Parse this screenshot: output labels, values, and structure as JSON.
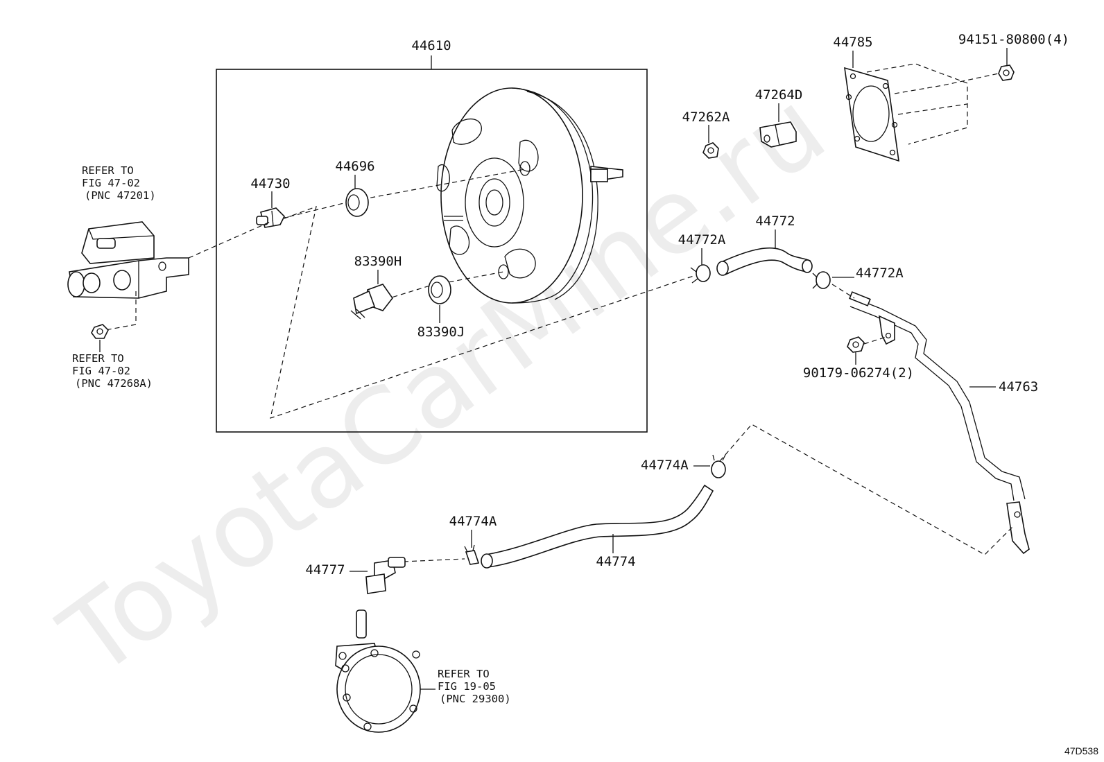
{
  "diagram": {
    "watermark": "ToyotaCarMine.ru",
    "figure_code": "47D538",
    "part_numbers": {
      "p44610": "44610",
      "p44785": "44785",
      "p94151": "94151-80800(4)",
      "p47264D": "47264D",
      "p47262A": "47262A",
      "p44730": "44730",
      "p44696": "44696",
      "p83390H": "83390H",
      "p83390J": "83390J",
      "p44772": "44772",
      "p44772A_a": "44772A",
      "p44772A_b": "44772A",
      "p90179": "90179-06274(2)",
      "p44763": "44763",
      "p44774A_a": "44774A",
      "p44774A_b": "44774A",
      "p44777": "44777",
      "p44774": "44774"
    },
    "references": {
      "ref1": [
        "REFER TO",
        "FIG 47-02",
        "(PNC 47201)"
      ],
      "ref2": [
        "REFER TO",
        "FIG 47-02",
        "(PNC 47268A)"
      ],
      "ref3": [
        "REFER TO",
        "FIG 19-05",
        "(PNC 29300)"
      ]
    },
    "colors": {
      "ink": "#111111",
      "watermark": "#ededed",
      "background": "#ffffff"
    }
  }
}
